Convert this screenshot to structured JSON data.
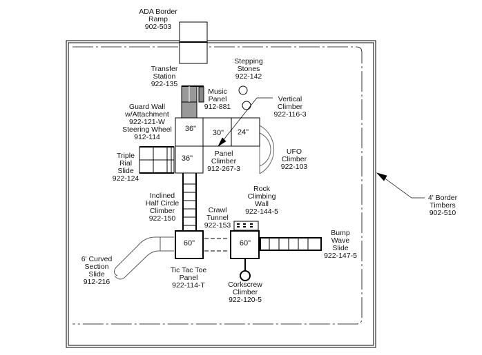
{
  "labels": {
    "ada_ramp": [
      "ADA Border",
      "Ramp",
      "902-503"
    ],
    "transfer": [
      "Transfer",
      "Station",
      "922-135"
    ],
    "stepping": [
      "Stepping",
      "Stones",
      "922-142"
    ],
    "music": [
      "Music",
      "Panel",
      "912-881"
    ],
    "vertical": [
      "Vertical",
      "Climber",
      "922-116-3"
    ],
    "guard": [
      "Guard Wall",
      "w/Attachment",
      "922-121-W",
      "Steering Wheel",
      "912-114"
    ],
    "triple": [
      "Triple",
      "Rial",
      "Slide",
      "922-124"
    ],
    "panel_climber": [
      "Panel",
      "Climber",
      "912-267-3"
    ],
    "ufo": [
      "UFO",
      "Climber",
      "922-103"
    ],
    "inclined": [
      "Inclined",
      "Half Circle",
      "Climber",
      "922-150"
    ],
    "crawl": [
      "Crawl",
      "Tunnel",
      "922-153"
    ],
    "rock": [
      "Rock",
      "Climbing",
      "Wall",
      "922-144-5"
    ],
    "bump": [
      "Bump",
      "Wave",
      "Slide",
      "922-147-5"
    ],
    "curved": [
      "6' Curved",
      "Section",
      "Slide",
      "912-216"
    ],
    "tictac": [
      "Tic Tac Toe",
      "Panel",
      "922-114-T"
    ],
    "corkscrew": [
      "Corkscrew",
      "Climber",
      "922-120-5"
    ],
    "border": [
      "4' Border",
      "Timbers",
      "902-510"
    ]
  },
  "decks": {
    "d1": "36\"",
    "d2": "30\"",
    "d3": "24\"",
    "d4": "36\"",
    "d5": "60\"",
    "d6": "60\""
  }
}
